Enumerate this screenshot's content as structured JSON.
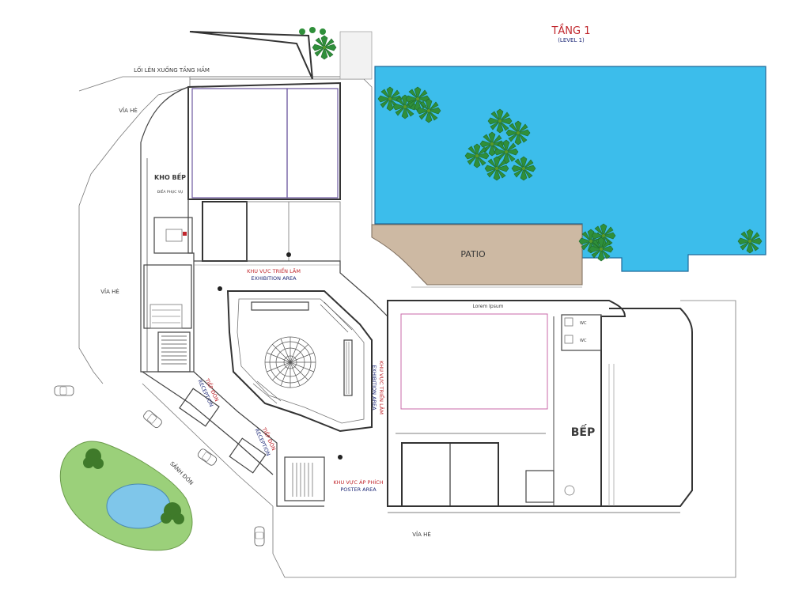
{
  "title": {
    "main": "TẦNG 1",
    "sub": "(LEVEL 1)"
  },
  "labels": {
    "ramp": "LỐI LÊN XUỐNG TẦNG HẦM",
    "sidewalk_top": "VỈA HÈ",
    "sidewalk_left": "VỈA HÈ",
    "sidewalk_bottom": "VỈA HÈ",
    "kitchen_store": "KHO BẾP",
    "service_area": "ĐIỀA PHỤC VỤ",
    "patio": "PATIO",
    "lorem": "Lorem Ipsum",
    "kitchen": "BẾP",
    "lobby": "SẢNH ĐÓN",
    "wc1": "WC",
    "wc2": "WC"
  },
  "zones": {
    "exhibition1_vi": "KHU VỰC TRIỂN LÃM",
    "exhibition1_en": "EXHIBITION AREA",
    "exhibition2_vi": "KHU VỰC TRIỂN LÃM",
    "exhibition2_en": "EXHIBITION AREA",
    "reception1_vi": "TIẾP ĐÓN",
    "reception1_en": "RECEPTION",
    "reception2_vi": "TIẾP ĐÓN",
    "reception2_en": "RECEPTION",
    "poster_vi": "KHU VỰC ÁP PHÍCH",
    "poster_en": "POSTER AREA"
  },
  "colors": {
    "pool": "#3cbdeb",
    "patio": "#cdb9a3",
    "lawn": "#9bd07a",
    "pond": "#7fc6ea",
    "title_red": "#c0262c",
    "label_navy": "#1f2a78"
  },
  "icons": [
    "palm-tree-icon",
    "bush-icon",
    "car-icon",
    "rosette-icon"
  ]
}
